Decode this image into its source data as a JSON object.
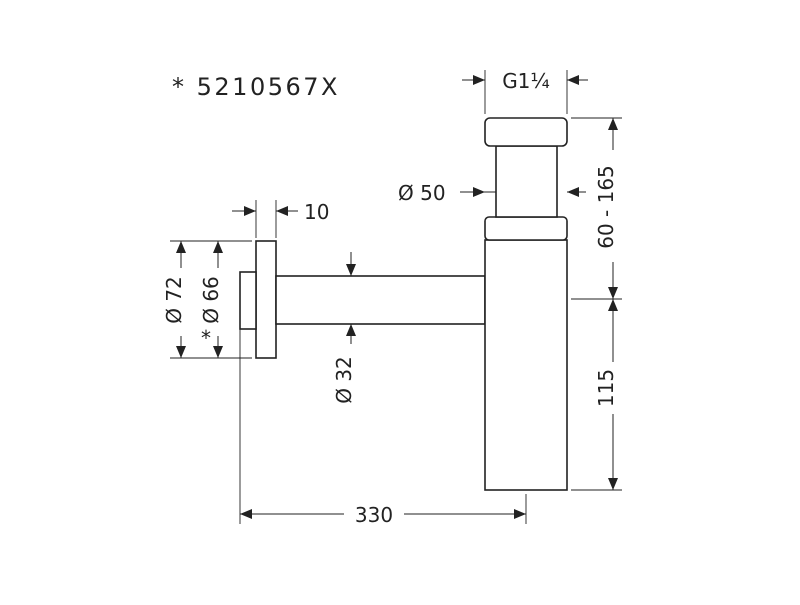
{
  "part_code": "* 5210567X",
  "dimensions": {
    "thread": "G1¼",
    "trap_diameter": "Ø 50",
    "flange_thickness": "10",
    "flange_outer_diameter": "Ø 72",
    "flange_inner_diameter": "Ø 66",
    "flange_inner_marker": "*",
    "pipe_diameter": "Ø 32",
    "upper_height_range": "60 - 165",
    "lower_height": "115",
    "horizontal_length": "330"
  }
}
